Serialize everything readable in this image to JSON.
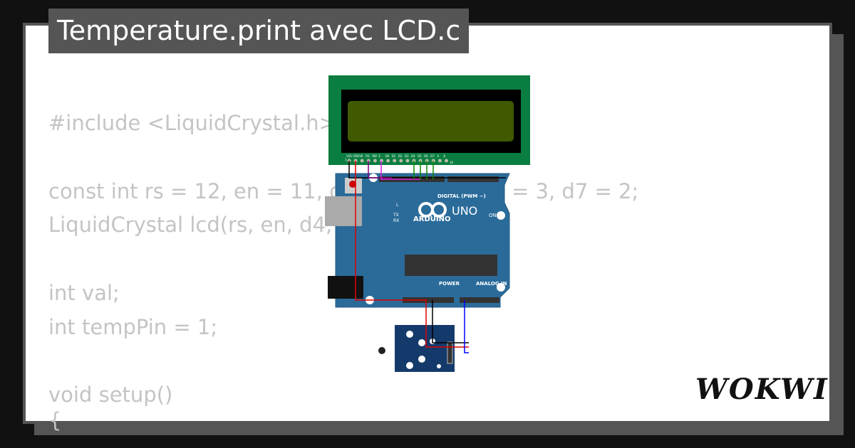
{
  "title": "Temperature.print avec LCD.c",
  "code_lines": [
    "#include <LiquidCrystal.h>",
    "",
    "const int rs = 12, en = 11, d",
    "LiquidCrystal lcd(rs, en, d4,",
    "",
    "int val;",
    "int tempPin = 1;",
    "",
    "void setup()",
    "{"
  ],
  "code_fragment_right": "= 3, d7 = 2;",
  "lcd_pins": [
    "VSS",
    "VDD",
    "V0",
    "RS",
    "RW",
    "E",
    "D0",
    "D1",
    "D2",
    "D3",
    "D4",
    "D5",
    "D6",
    "D7",
    "A",
    "K"
  ],
  "lcd_pin_first": "1",
  "lcd_pin_last": "16",
  "board": {
    "brand": "ARDUINO",
    "model": "UNO",
    "digital_label": "DIGITAL (PWM ~)",
    "power_label": "POWER",
    "analog_label": "ANALOG IN",
    "on_label": "ON",
    "l_label": "L",
    "tx_label": "TX",
    "rx_label": "RX"
  },
  "logo": "WOKWI",
  "colors": {
    "background": "#111111",
    "frame": "#555555",
    "lcd_pcb": "#0a7d40",
    "lcd_screen": "#3f5a00",
    "board": "#2a6b9a",
    "wire_red": "#e00000",
    "wire_blue": "#0000ff",
    "wire_green": "#0a8a0a",
    "wire_magenta": "#e020e0"
  }
}
